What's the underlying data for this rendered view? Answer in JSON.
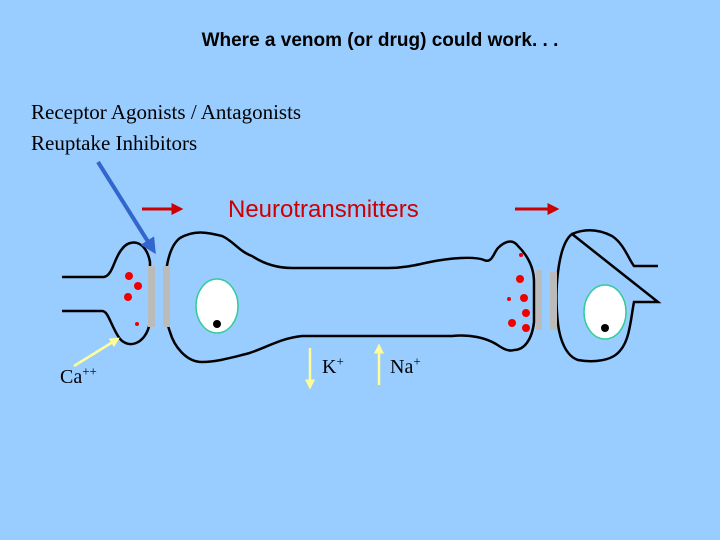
{
  "title": "Where a venom (or drug) could work. . .",
  "labels": {
    "line1": "Receptor Agonists / Antagonists",
    "line2": "Reuptake Inhibitors",
    "neurotransmitters": "Neurotransmitters"
  },
  "ions": {
    "calcium": {
      "symbol": "Ca",
      "charge": "++"
    },
    "potassium": {
      "symbol": "K",
      "charge": "+"
    },
    "sodium": {
      "symbol": "Na",
      "charge": "+"
    }
  },
  "colors": {
    "background": "#99ccff",
    "membrane": "#000000",
    "vesicle": "#ee0000",
    "nucleus": "#ffffff",
    "synapse-bar": "#bbbbbb",
    "pointer-arrow": "#3366cc",
    "direction-arrow": "#cc0000",
    "ion-arrow": "#ffff99"
  }
}
